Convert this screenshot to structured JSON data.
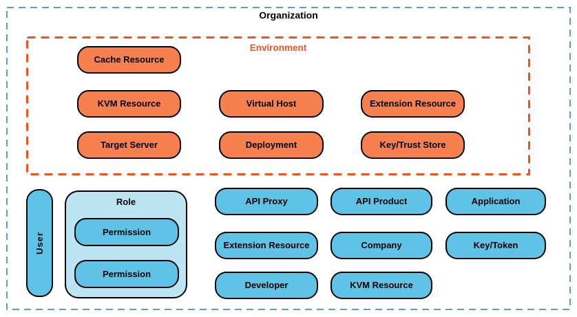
{
  "colors": {
    "outer_dash": "#5B9BD5",
    "env_dash": "#F4511E",
    "env_label": "#F4511E",
    "orange_fill": "#F6814E",
    "blue_fill": "#5EC3E6",
    "blue_light_fill": "#BDE4F2",
    "node_border": "#000000",
    "text": "#000000",
    "background": "#FFFFFF"
  },
  "organization": {
    "label": "Organization",
    "environment": {
      "label": "Environment",
      "nodes": [
        {
          "label": "Cache Resource"
        },
        {
          "label": "KVM Resource"
        },
        {
          "label": "Virtual Host"
        },
        {
          "label": "Extension Resource"
        },
        {
          "label": "Target Server"
        },
        {
          "label": "Deployment"
        },
        {
          "label": "Key/Trust Store"
        }
      ]
    },
    "user": {
      "label": "User"
    },
    "role": {
      "label": "Role",
      "permissions": [
        {
          "label": "Permission"
        },
        {
          "label": "Permission"
        }
      ]
    },
    "nodes": [
      {
        "label": "API Proxy"
      },
      {
        "label": "API Product"
      },
      {
        "label": "Application"
      },
      {
        "label": "Extension Resource"
      },
      {
        "label": "Company"
      },
      {
        "label": "Key/Token"
      },
      {
        "label": "Developer"
      },
      {
        "label": "KVM Resource"
      }
    ]
  }
}
